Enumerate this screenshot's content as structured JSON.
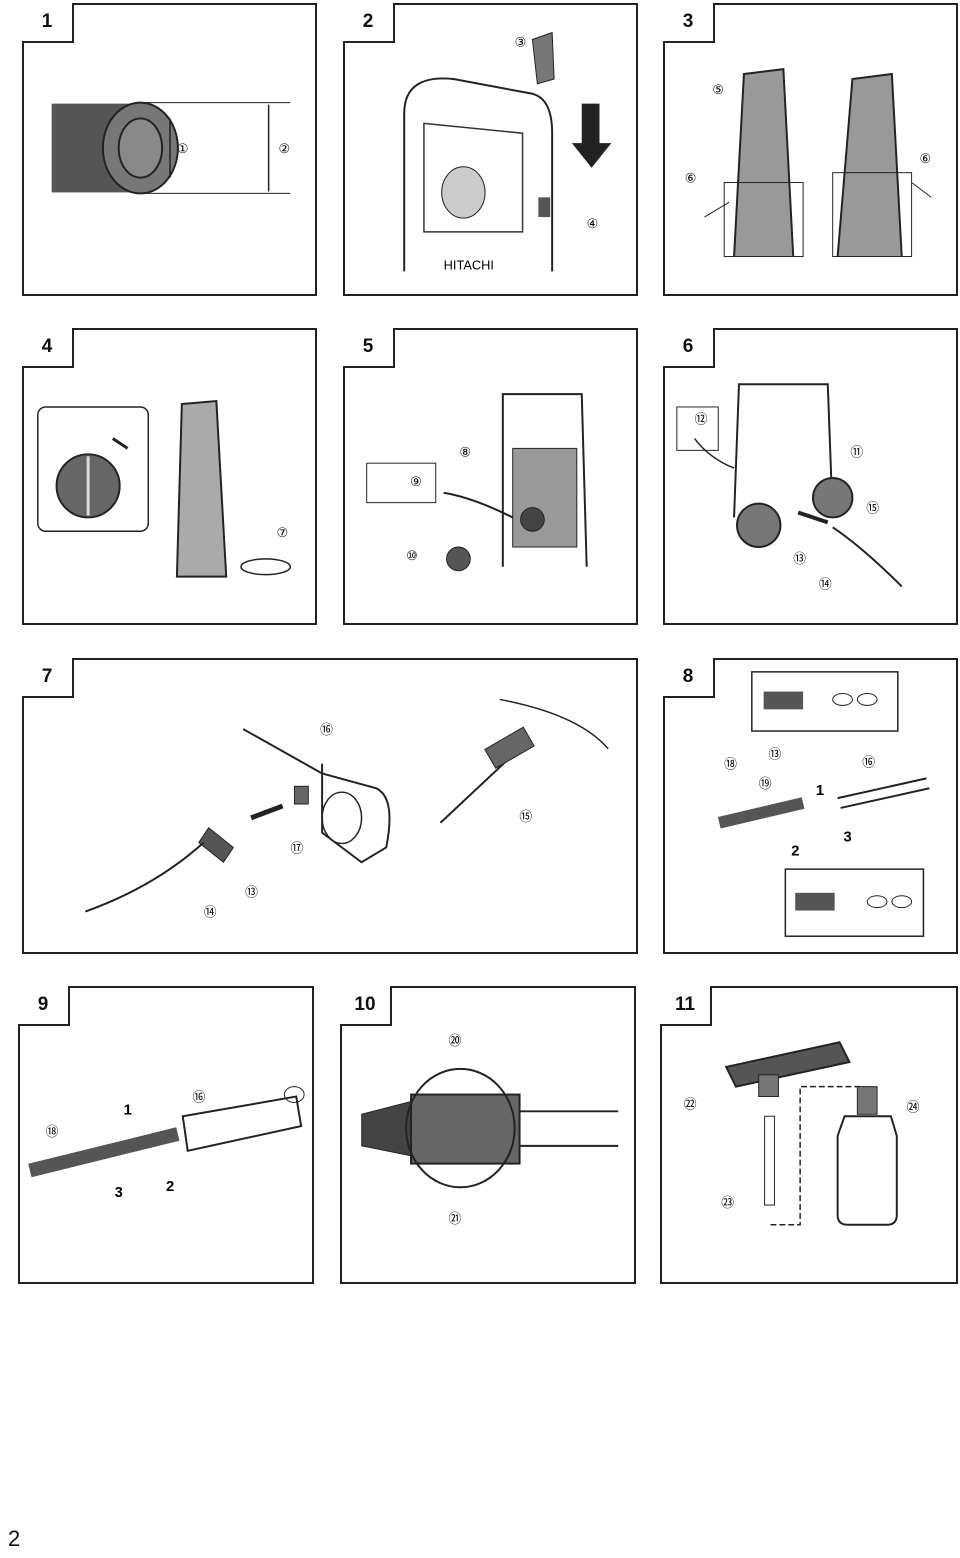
{
  "page_number": "2",
  "panels": [
    {
      "number": "1"
    },
    {
      "number": "2"
    },
    {
      "number": "3"
    },
    {
      "number": "4"
    },
    {
      "number": "5"
    },
    {
      "number": "6"
    },
    {
      "number": "7"
    },
    {
      "number": "8"
    },
    {
      "number": "9"
    },
    {
      "number": "10"
    },
    {
      "number": "11"
    }
  ],
  "callouts": {
    "c1": "①",
    "c2": "②",
    "c3": "③",
    "c4": "④",
    "c5": "⑤",
    "c6": "⑥",
    "c7": "⑦",
    "c8": "⑧",
    "c9": "⑨",
    "c10": "⑩",
    "c11": "⑪",
    "c12": "⑫",
    "c13": "⑬",
    "c14": "⑭",
    "c15": "⑮",
    "c16": "⑯",
    "c17": "⑰",
    "c18": "⑱",
    "c19": "⑲",
    "c20": "⑳",
    "c21": "㉑",
    "c22": "㉒",
    "c23": "㉓",
    "c24": "㉔"
  },
  "steps": {
    "s1": "1",
    "s2": "2",
    "s3": "3"
  },
  "brand_text": "HITACHI"
}
